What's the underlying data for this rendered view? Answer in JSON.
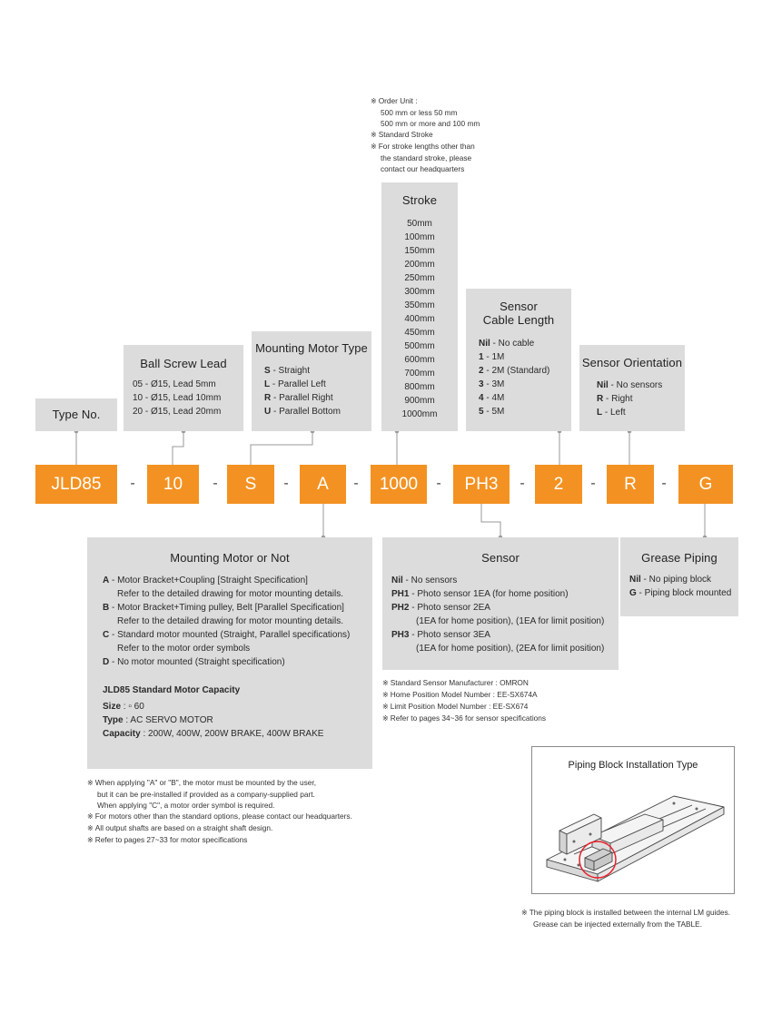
{
  "top_notes": {
    "l1": "Order Unit :",
    "l2": "500 mm or less 50 mm",
    "l3": "500 mm or more and 100 mm",
    "l4": "Standard Stroke",
    "l5": "For stroke lengths other than",
    "l6": "the standard stroke, please",
    "l7": "contact our headquarters"
  },
  "note_mark": "※",
  "type_no": {
    "title": "Type No."
  },
  "ball_screw": {
    "title": "Ball Screw Lead",
    "items": [
      "05 - Ø15, Lead 5mm",
      "10 - Ø15, Lead 10mm",
      "20 - Ø15, Lead 20mm"
    ]
  },
  "mounting_type": {
    "title": "Mounting Motor Type",
    "items": [
      {
        "code": "S",
        "text": " - Straight"
      },
      {
        "code": "L",
        "text": " - Parallel Left"
      },
      {
        "code": "R",
        "text": " - Parallel Right"
      },
      {
        "code": "U",
        "text": " - Parallel Bottom"
      }
    ]
  },
  "stroke": {
    "title": "Stroke",
    "items": [
      "50mm",
      "100mm",
      "150mm",
      "200mm",
      "250mm",
      "300mm",
      "350mm",
      "400mm",
      "450mm",
      "500mm",
      "600mm",
      "700mm",
      "800mm",
      "900mm",
      "1000mm"
    ]
  },
  "cable": {
    "title1": "Sensor",
    "title2": "Cable Length",
    "items": [
      {
        "code": "Nil",
        "text": " - No cable"
      },
      {
        "code": "1",
        "text": " - 1M"
      },
      {
        "code": "2",
        "text": " - 2M (Standard)"
      },
      {
        "code": "3",
        "text": " - 3M"
      },
      {
        "code": "4",
        "text": " - 4M"
      },
      {
        "code": "5",
        "text": " - 5M"
      }
    ]
  },
  "orientation": {
    "title": "Sensor Orientation",
    "items": [
      {
        "code": "Nil",
        "text": " - No sensors"
      },
      {
        "code": "R",
        "text": " - Right"
      },
      {
        "code": "L",
        "text": " - Left"
      }
    ]
  },
  "codes": [
    "JLD85",
    "10",
    "S",
    "A",
    "1000",
    "PH3",
    "2",
    "R",
    "G"
  ],
  "separator": "-",
  "motor_or_not": {
    "title": "Mounting Motor or Not",
    "a_code": "A",
    "a_text": " - Motor Bracket+Coupling [Straight Specification]",
    "a_sub": "Refer to the detailed drawing for motor mounting details.",
    "b_code": "B",
    "b_text": " - Motor Bracket+Timing pulley, Belt [Parallel Specification]",
    "b_sub": "Refer to the detailed drawing for motor mounting details.",
    "c_code": "C",
    "c_text": " - Standard motor mounted (Straight, Parallel specifications)",
    "c_sub": "Refer to the motor order symbols",
    "d_code": "D",
    "d_text": " - No motor mounted (Straight specification)",
    "cap_title": "JLD85 Standard Motor Capacity",
    "size_label": "Size",
    "size_value": " : ▫ 60",
    "type_label": "Type",
    "type_value": " : AC SERVO MOTOR",
    "cap_label": "Capacity",
    "cap_value": "  :  200W, 400W, 200W BRAKE, 400W BRAKE"
  },
  "motor_notes": {
    "n1": "When applying \"A\" or \"B\", the motor must be mounted by the user,",
    "n1b": "but it can be pre-installed if provided as a company-supplied part.",
    "n1c": "When applying \"C\", a motor order symbol is required.",
    "n2": "For motors other than the standard options, please contact our headquarters.",
    "n3": "All output shafts are based on a straight shaft design.",
    "n4": "Refer to pages 27~33 for motor specifications"
  },
  "sensor": {
    "title": "Sensor",
    "nil_code": "Nil",
    "nil_text": " - No sensors",
    "ph1_code": "PH1",
    "ph1_text": " - Photo sensor 1EA (for home position)",
    "ph2_code": "PH2",
    "ph2_text": " - Photo sensor 2EA",
    "ph2_sub": "(1EA for home position), (1EA for limit position)",
    "ph3_code": "PH3",
    "ph3_text": " - Photo sensor 3EA",
    "ph3_sub": "(1EA for home position), (2EA for limit position)"
  },
  "sensor_notes": {
    "n1": "Standard Sensor Manufacturer : OMRON",
    "n2": "Home Position Model Number : EE-SX674A",
    "n3": "Limit Position Model Number : EE-SX674",
    "n4": "Refer to pages 34~36 for sensor specifications"
  },
  "grease": {
    "title": "Grease Piping",
    "items": [
      {
        "code": "Nil",
        "text": " - No piping block"
      },
      {
        "code": "G",
        "text": " - Piping block mounted"
      }
    ]
  },
  "piping": {
    "title": "Piping Block Installation Type",
    "note1": "The piping block is installed between the internal LM guides.",
    "note2": "Grease can be injected externally from the TABLE."
  },
  "colors": {
    "accent": "#f39222",
    "box": "#dcdcdc",
    "highlight": "#e8202a"
  }
}
